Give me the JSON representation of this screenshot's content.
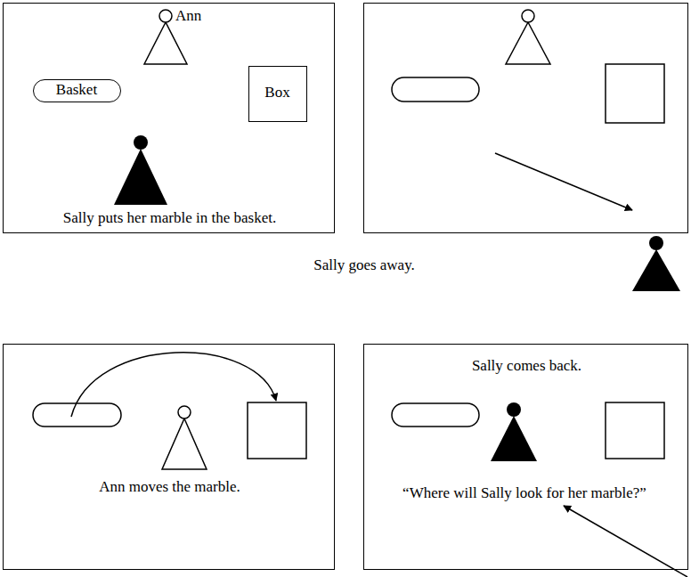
{
  "diagram": {
    "nodes": [
      {
        "text": [
          "Sally puts her marble in the basket."
        ]
      },
      {
        "text": [
          "Basket"
        ],
        "in": 0
      },
      {
        "text": [
          "Box"
        ],
        "in": 0
      },
      {
        "text": [
          "Sally goes away."
        ]
      },
      {
        "text": [
          "Ann moves the marble."
        ]
      },
      {
        "text": [
          "Sally comes back.",
          "“Where will Sally look for her marble?”"
        ]
      }
    ],
    "labels": [
      "Ann"
    ]
  }
}
